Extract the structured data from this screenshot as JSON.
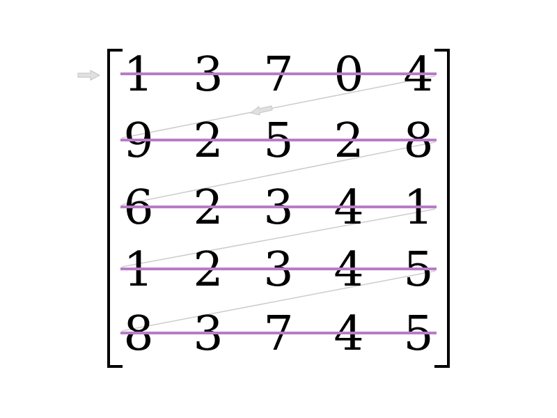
{
  "matrix": {
    "rows": [
      [
        "1",
        "3",
        "7",
        "0",
        "4"
      ],
      [
        "9",
        "2",
        "5",
        "2",
        "8"
      ],
      [
        "6",
        "2",
        "3",
        "4",
        "1"
      ],
      [
        "1",
        "2",
        "3",
        "4",
        "5"
      ],
      [
        "8",
        "3",
        "7",
        "4",
        "5"
      ]
    ]
  },
  "colors": {
    "row_strike": "#b87cc8",
    "scan_line": "#cccccc",
    "arrow_fill": "#e0e0e0",
    "arrow_stroke": "#c4c4c4",
    "bracket": "#000000"
  }
}
